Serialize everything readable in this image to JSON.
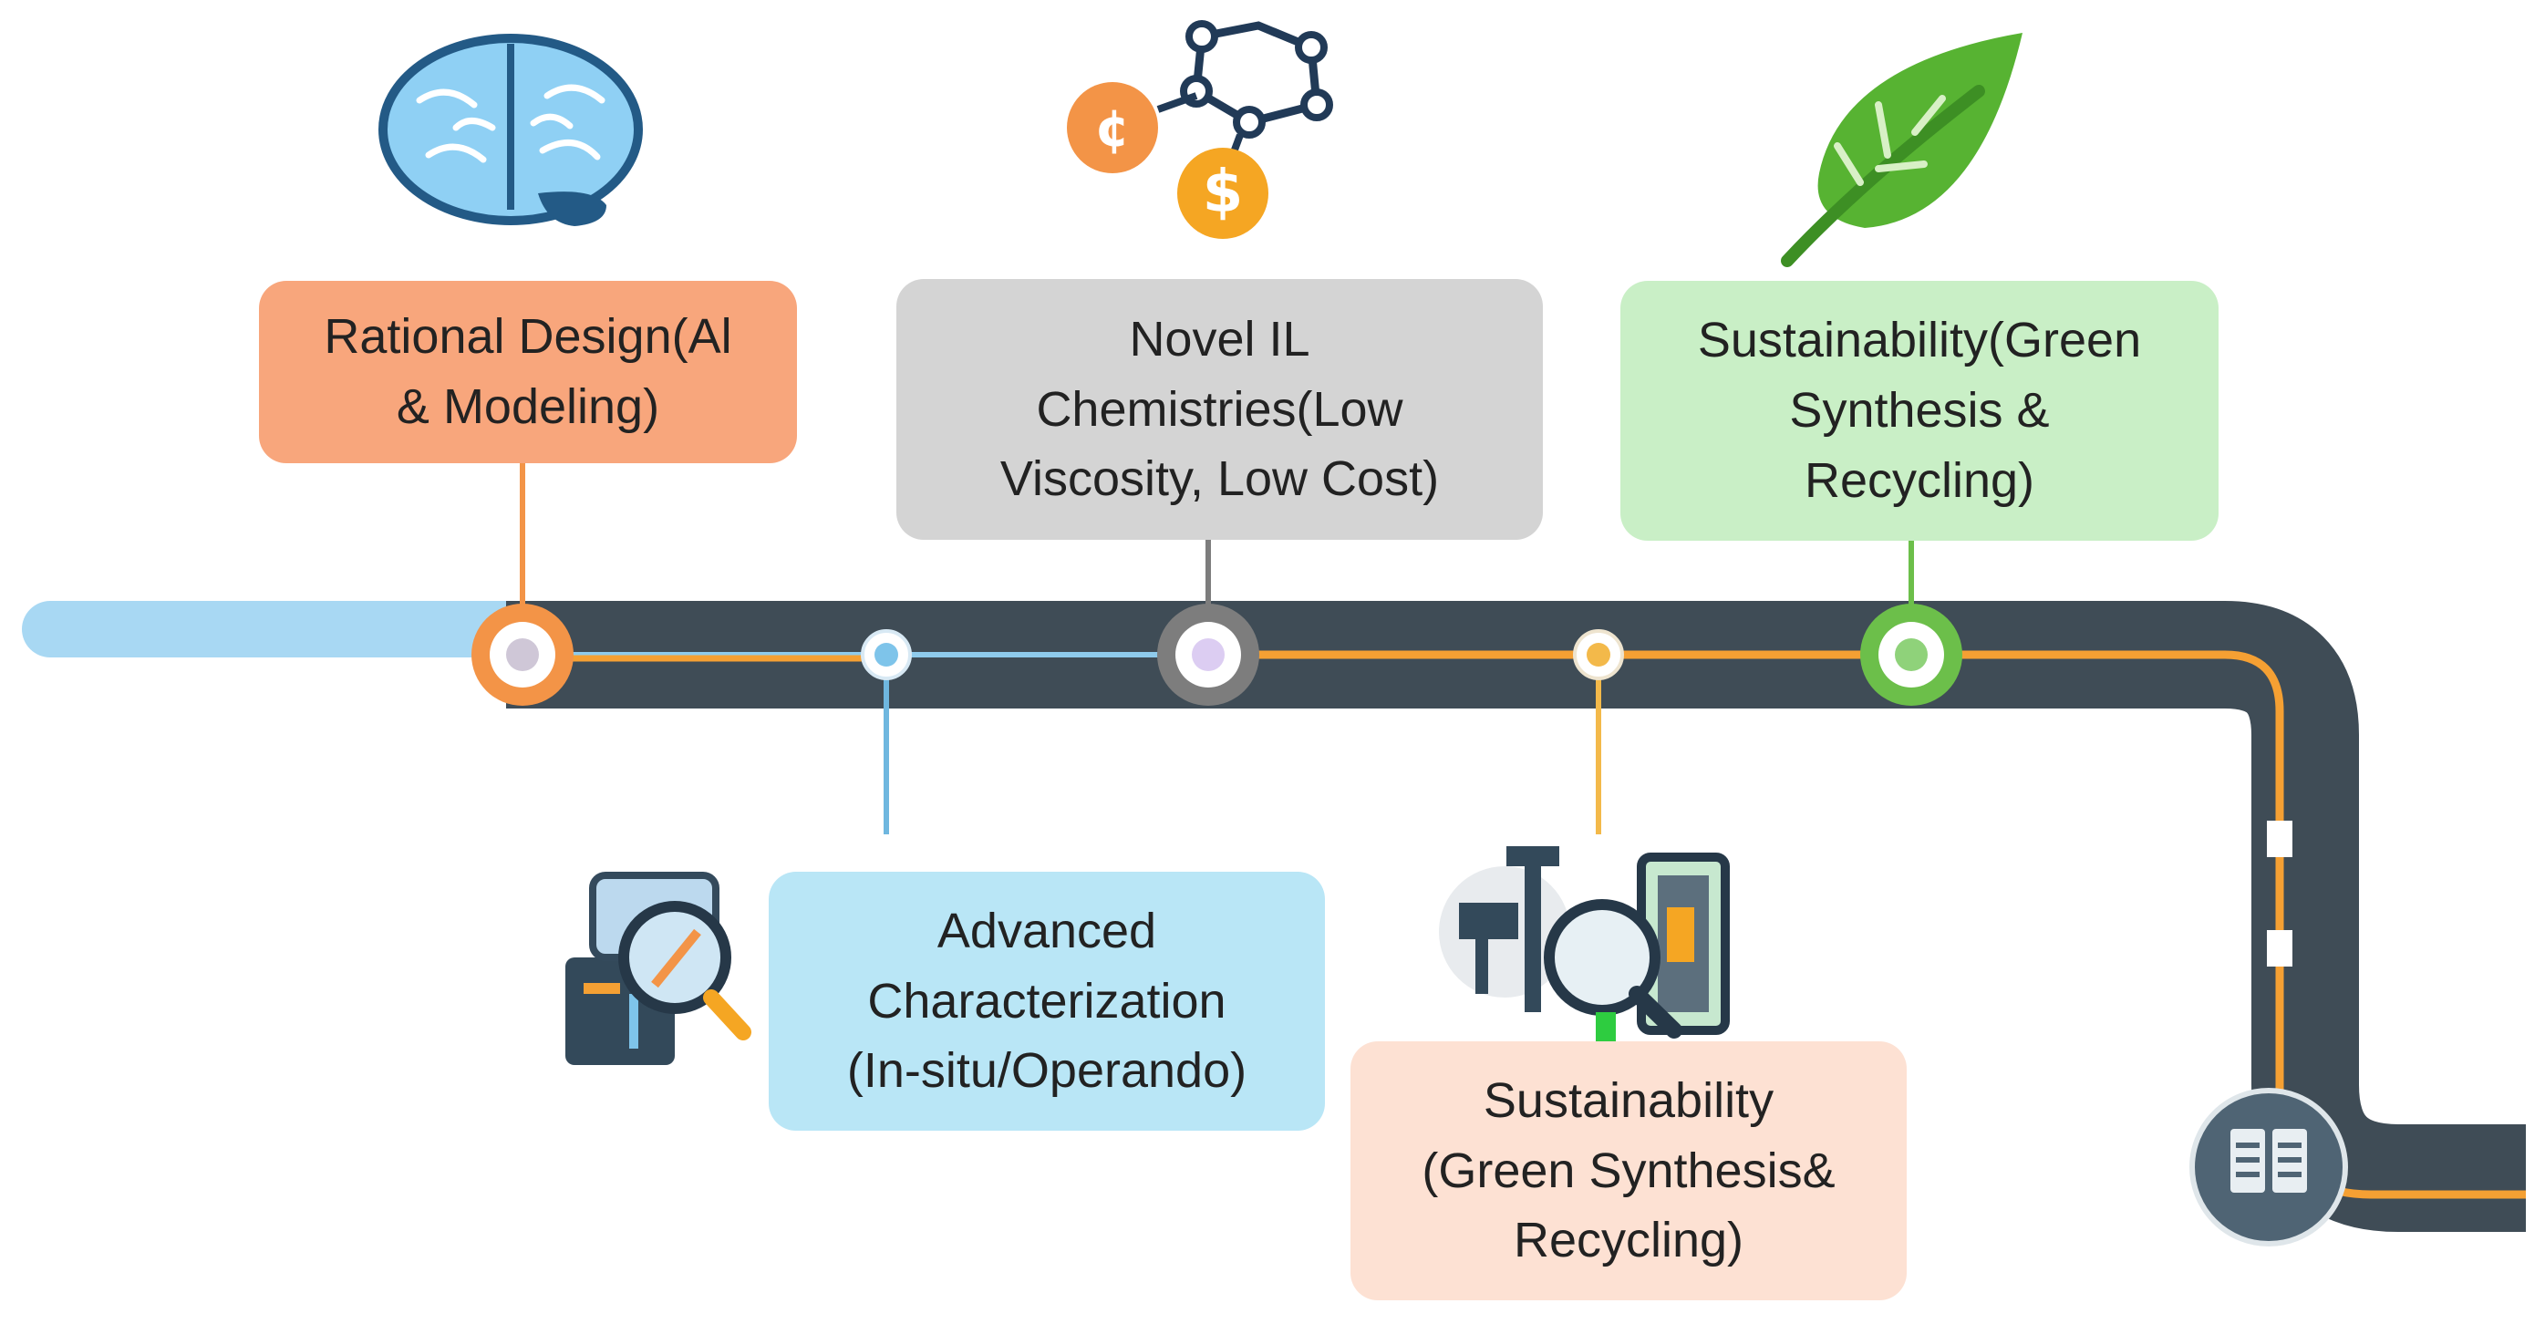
{
  "milestones": {
    "rational_design": "Rational Design(Al\n& Modeling)",
    "novel_il": "Novel IL\nChemistries(Low\nViscosity, Low Cost)",
    "sustainability_top": "Sustainability(Green\nSynthesis &\nRecycling)",
    "advanced_characterization": "Advanced\nCharacterization\n(In-situ/Operando)",
    "sustainability_bottom": "Sustainability\n(Green Synthesis&\nRecycling)"
  },
  "icons": {
    "brain": "brain-icon",
    "molecule": "molecule-cost-icon",
    "leaf": "leaf-icon",
    "inspection": "magnifier-icon",
    "recycling_tools": "battery-recycling-icon",
    "destination": "document-icon"
  },
  "colors": {
    "road": "#3f4c56",
    "road_center_line": "#f5a033",
    "start_lane": "#a8d8f3",
    "ai": "#f39447",
    "novel": "#7d7d7d",
    "green": "#6cbf4a",
    "characterization": "#6fb7df",
    "sustainability_bottom": "#f3b94a"
  }
}
